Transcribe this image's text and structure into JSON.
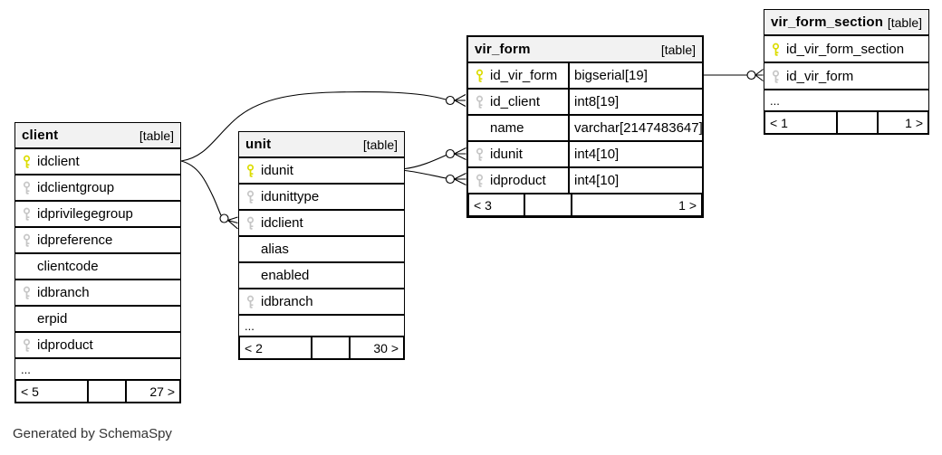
{
  "app": {
    "generator_note": "Generated by SchemaSpy"
  },
  "colors": {
    "primary_key": "#dcdc00",
    "foreign_key": "#c6c6c6",
    "header_bg": "#f2f2f2",
    "border": "#000000"
  },
  "tables": {
    "client": {
      "title": "client",
      "badge": "[table]",
      "columns": [
        {
          "name": "idclient",
          "key": "primary"
        },
        {
          "name": "idclientgroup",
          "key": "foreign"
        },
        {
          "name": "idprivilegegroup",
          "key": "foreign"
        },
        {
          "name": "idpreference",
          "key": "foreign"
        },
        {
          "name": "clientcode",
          "key": null
        },
        {
          "name": "idbranch",
          "key": "foreign"
        },
        {
          "name": "erpid",
          "key": null
        },
        {
          "name": "idproduct",
          "key": "foreign"
        }
      ],
      "more_columns": "...",
      "footer": {
        "left": "< 5",
        "right": "27 >"
      }
    },
    "unit": {
      "title": "unit",
      "badge": "[table]",
      "columns": [
        {
          "name": "idunit",
          "key": "primary"
        },
        {
          "name": "idunittype",
          "key": "foreign"
        },
        {
          "name": "idclient",
          "key": "foreign"
        },
        {
          "name": "alias",
          "key": null
        },
        {
          "name": "enabled",
          "key": null
        },
        {
          "name": "idbranch",
          "key": "foreign"
        }
      ],
      "more_columns": "...",
      "footer": {
        "left": "< 2",
        "right": "30 >"
      }
    },
    "vir_form": {
      "title": "vir_form",
      "badge": "[table]",
      "columns": [
        {
          "name": "id_vir_form",
          "type": "bigserial[19]",
          "key": "primary"
        },
        {
          "name": "id_client",
          "type": "int8[19]",
          "key": "foreign"
        },
        {
          "name": "name",
          "type": "varchar[2147483647]",
          "key": null
        },
        {
          "name": "idunit",
          "type": "int4[10]",
          "key": "foreign"
        },
        {
          "name": "idproduct",
          "type": "int4[10]",
          "key": "foreign"
        }
      ],
      "more_columns": null,
      "footer": {
        "left": "< 3",
        "right": "1 >"
      }
    },
    "vir_form_section": {
      "title": "vir_form_section",
      "badge": "[table]",
      "columns": [
        {
          "name": "id_vir_form_section",
          "key": "primary"
        },
        {
          "name": "id_vir_form",
          "key": "foreign"
        }
      ],
      "more_columns": "...",
      "footer": {
        "left": "< 1",
        "right": "1 >"
      }
    }
  },
  "relationships": [
    {
      "from": "client.idclient",
      "to": "vir_form.id_client"
    },
    {
      "from": "client.idclient",
      "to": "unit.idclient"
    },
    {
      "from": "unit.idunit",
      "to": "vir_form.idunit"
    },
    {
      "from": "unit.idunit",
      "to": "vir_form.idproduct"
    },
    {
      "from": "vir_form.id_vir_form",
      "to": "vir_form_section.id_vir_form"
    }
  ]
}
